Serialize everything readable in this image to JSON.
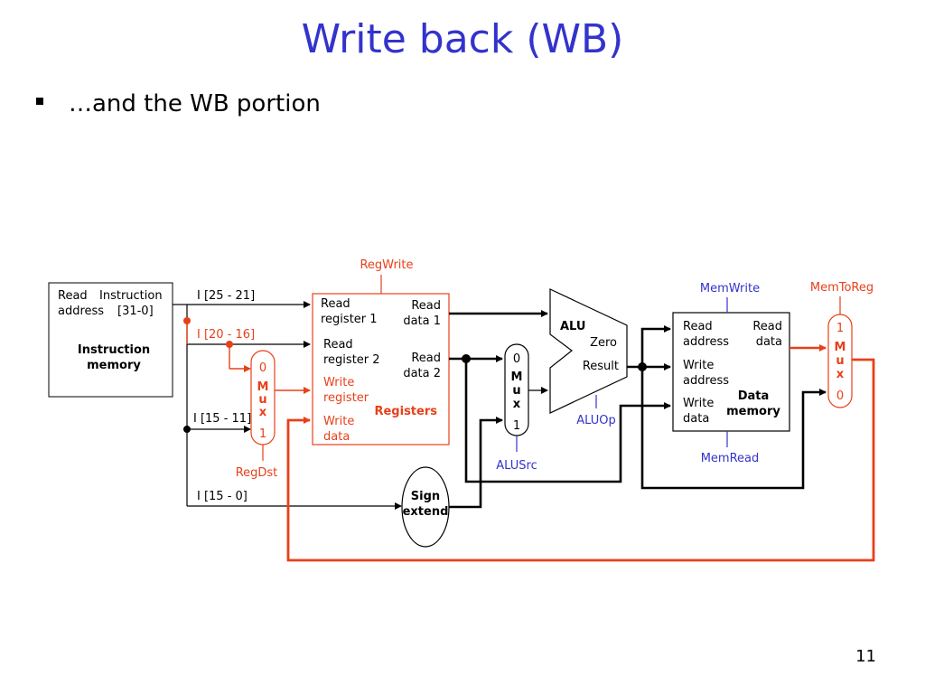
{
  "slide": {
    "title": "Write back (WB)",
    "bullet": "…and the WB portion",
    "page_number": "11"
  },
  "colors": {
    "title": "#3333cc",
    "highlight": "#e8401a",
    "control": "#3333cc",
    "wire": "#000000"
  },
  "diagram": {
    "instruction_memory": {
      "read_address": "Read",
      "read_address2": "address",
      "instruction": "Instruction",
      "bits": "[31-0]",
      "name1": "Instruction",
      "name2": "memory"
    },
    "fields": {
      "rs": "I [25 - 21]",
      "rt": "I [20 - 16]",
      "rd": "I [15 - 11]",
      "imm": "I [15 - 0]"
    },
    "registers": {
      "read_reg1_a": "Read",
      "read_reg1_b": "register 1",
      "read_reg2_a": "Read",
      "read_reg2_b": "register 2",
      "write_reg_a": "Write",
      "write_reg_b": "register",
      "write_data_a": "Write",
      "write_data_b": "data",
      "read_data1_a": "Read",
      "read_data1_b": "data 1",
      "read_data2_a": "Read",
      "read_data2_b": "data 2",
      "name": "Registers"
    },
    "regdst_mux": {
      "in0": "0",
      "in1": "1",
      "m": "M",
      "u": "u",
      "x": "x",
      "control": "RegDst"
    },
    "alusrc_mux": {
      "in0": "0",
      "in1": "1",
      "m": "M",
      "u": "u",
      "x": "x",
      "control": "ALUSrc"
    },
    "memtoreg_mux": {
      "in0": "0",
      "in1": "1",
      "m": "M",
      "u": "u",
      "x": "x",
      "control": "MemToReg"
    },
    "alu": {
      "name": "ALU",
      "zero": "Zero",
      "result": "Result",
      "control": "ALUOp"
    },
    "sign_extend": {
      "a": "Sign",
      "b": "extend"
    },
    "data_memory": {
      "read_address_a": "Read",
      "read_address_b": "address",
      "write_address_a": "Write",
      "write_address_b": "address",
      "write_data_a": "Write",
      "write_data_b": "data",
      "read_data_a": "Read",
      "read_data_b": "data",
      "name_a": "Data",
      "name_b": "memory",
      "mem_write": "MemWrite",
      "mem_read": "MemRead"
    },
    "reg_write": "RegWrite"
  }
}
